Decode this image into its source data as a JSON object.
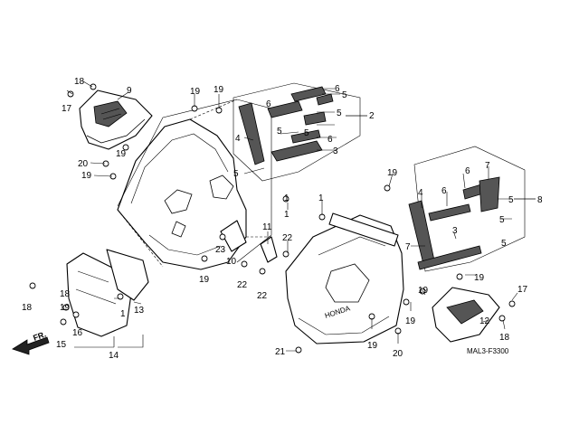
{
  "diagram": {
    "drawing_code": "MAL3-F3300",
    "direction_arrow": "FR.",
    "callouts": [
      "1",
      "2",
      "3",
      "4",
      "5",
      "6",
      "7",
      "8",
      "9",
      "10",
      "11",
      "12",
      "13",
      "14",
      "15",
      "16",
      "17",
      "18",
      "19",
      "20",
      "21",
      "22",
      "23"
    ]
  }
}
